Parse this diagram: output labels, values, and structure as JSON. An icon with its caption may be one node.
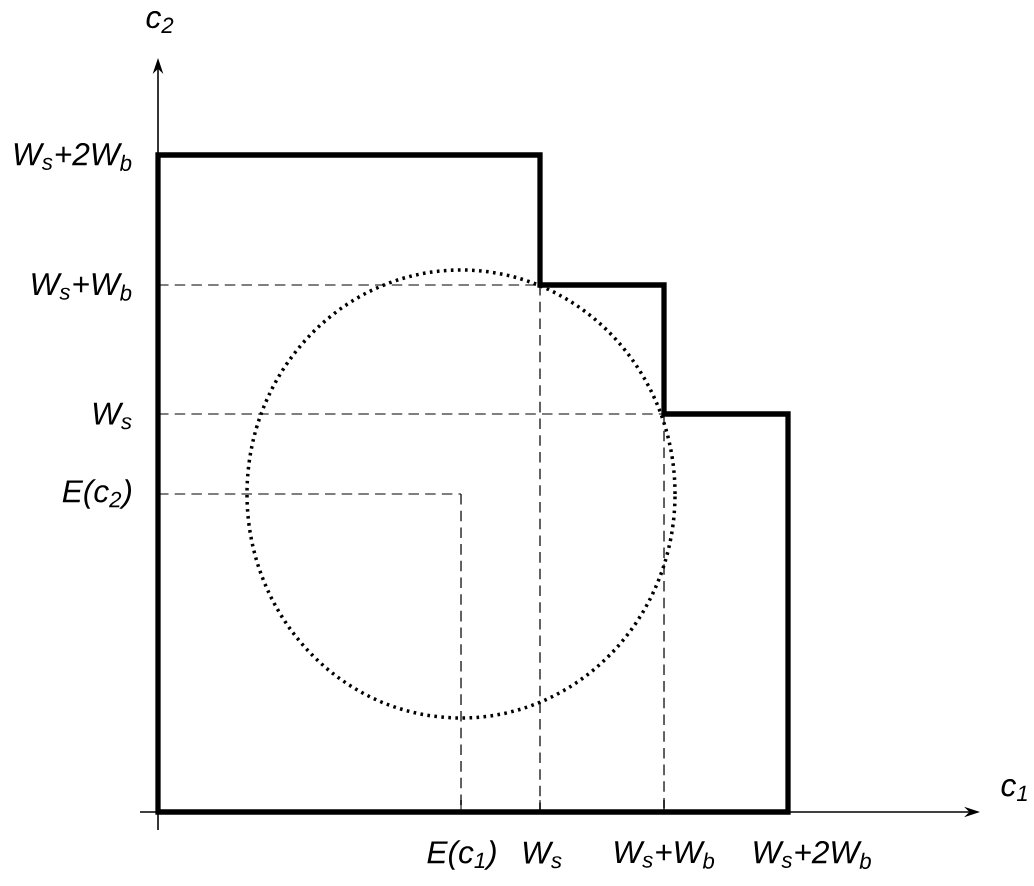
{
  "diagram": {
    "labels": [
      "c$_{2}$",
      "W$_{s}$+2W$_{b}$",
      "W$_{s}$+W$_{b}$",
      "W$_{s}$",
      "E(c$_{2}$)",
      "c$_{1}$",
      "E(c$_{1}$)",
      "W$_{s}$",
      "W$_{s}$+W$_{b}$",
      "W$_{s}$+2W$_{b}$"
    ]
  }
}
